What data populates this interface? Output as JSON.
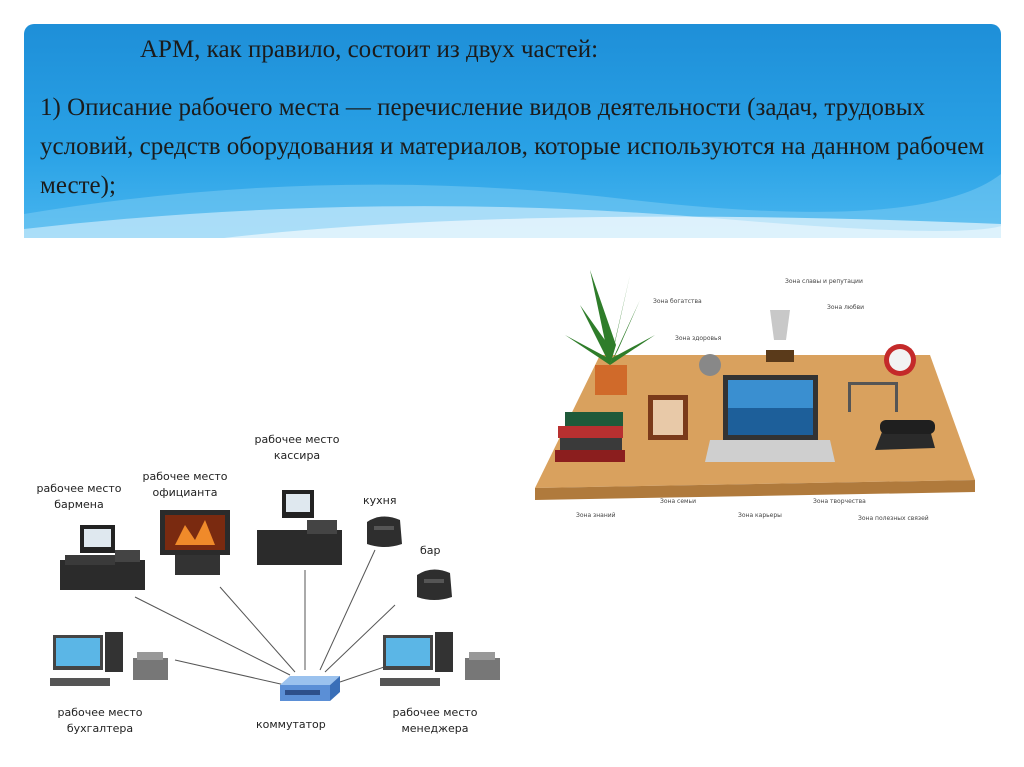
{
  "slide": {
    "title": "АРМ, как правило, состоит из двух частей:",
    "description": "1) Описание рабочего места — перечисление видов деятельности (задач, трудовых условий, средств оборудования и материалов, которые используются на данном рабочем месте);"
  },
  "network": {
    "bartender": [
      "рабочее место",
      "бармена"
    ],
    "waiter": [
      "рабочее место",
      "официанта"
    ],
    "cashier": [
      "рабочее место",
      "кассира"
    ],
    "kitchen": "кухня",
    "bar": "бар",
    "accountant": [
      "рабочее место",
      "бухгалтера"
    ],
    "switch": "коммутатор",
    "manager": [
      "рабочее место",
      "менеджера"
    ]
  },
  "desk": {
    "zones": {
      "wealth": "Зона богатства",
      "fame": "Зона славы и репутации",
      "love": "Зона любви",
      "health": "Зона здоровья",
      "knowledge": "Зона знаний",
      "family": "Зона семьи",
      "career": "Зона карьеры",
      "creativity": "Зона творчества",
      "contacts": "Зона полезных связей"
    }
  },
  "colors": {
    "header": "#2aa2e6",
    "desk": "#d9a15e"
  }
}
